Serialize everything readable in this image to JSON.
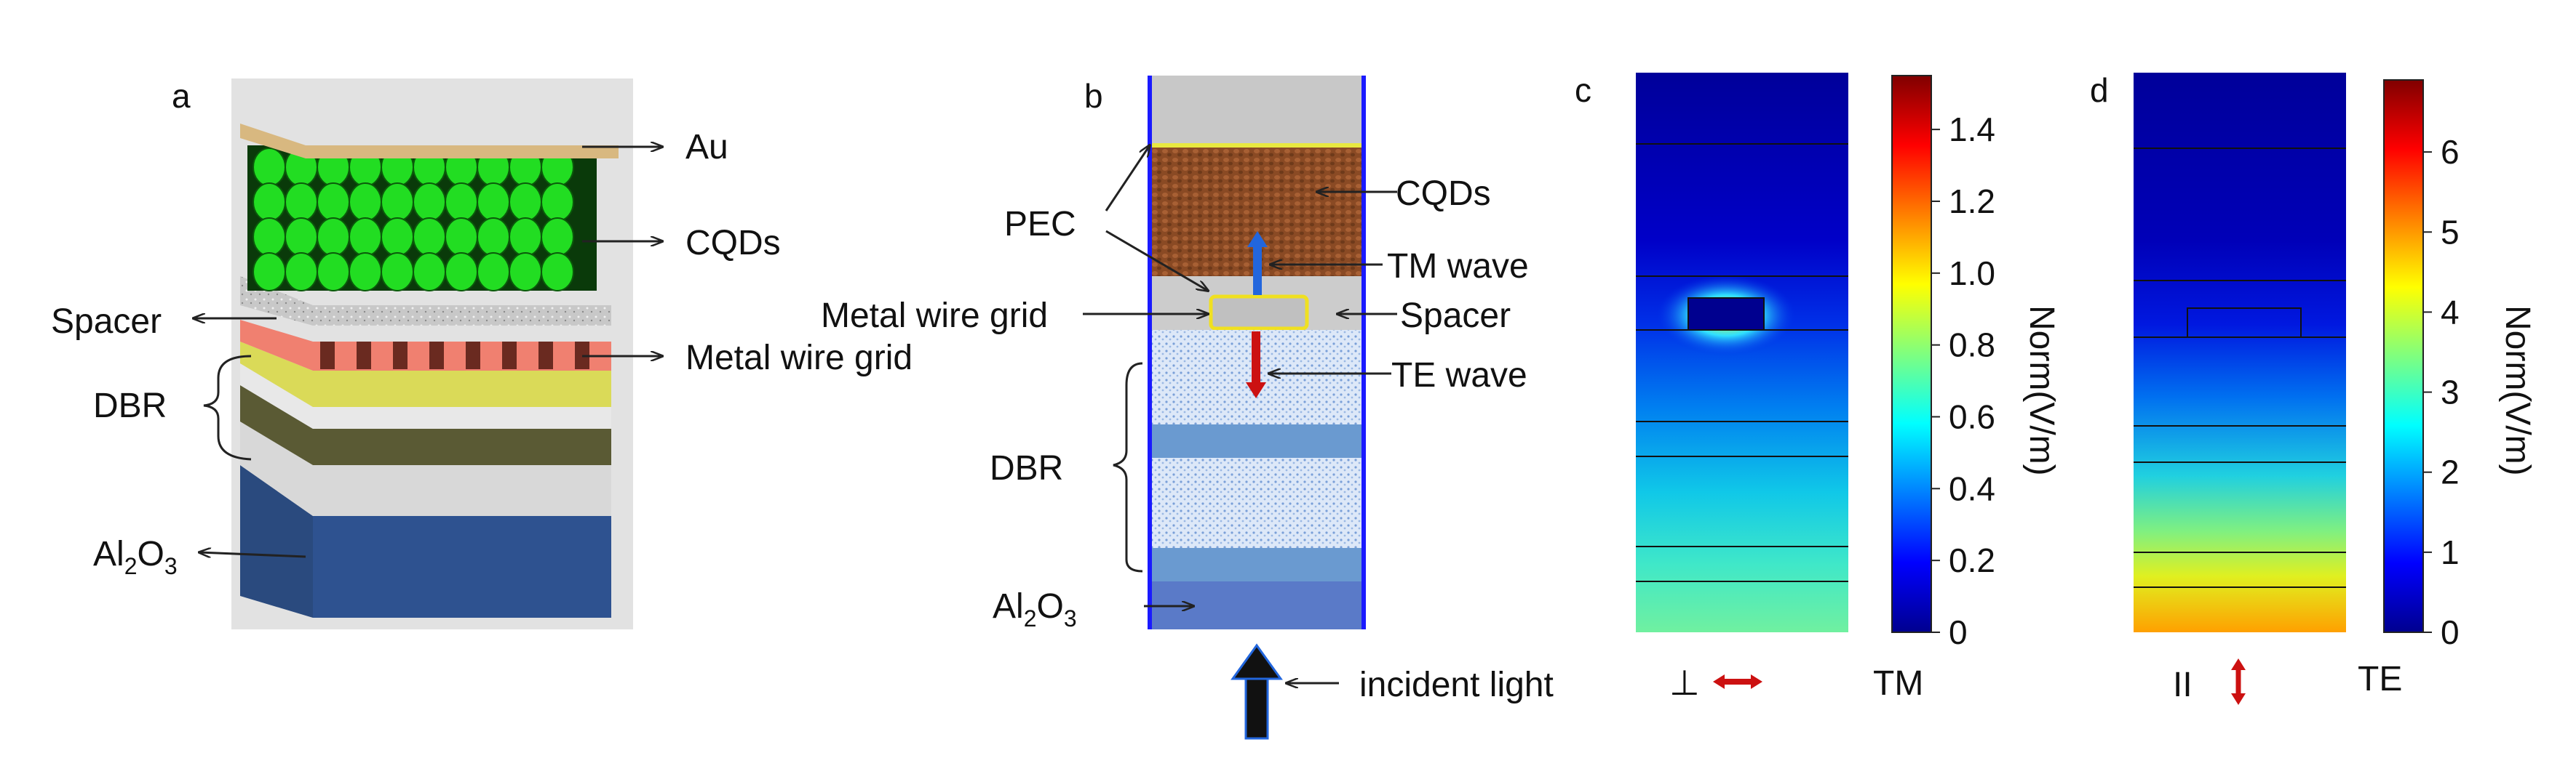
{
  "panels": {
    "a": {
      "letter": "a",
      "labels": {
        "au": "Au",
        "cqds": "CQDs",
        "spacer": "Spacer",
        "grid": "Metal wire grid",
        "dbr": "DBR",
        "substrate_main": "Al",
        "substrate_sub1": "2",
        "substrate_mid": "O",
        "substrate_sub2": "3"
      }
    },
    "b": {
      "letter": "b",
      "labels": {
        "pec": "PEC",
        "cqds": "CQDs",
        "tm_wave": "TM wave",
        "grid": "Metal wire grid",
        "spacer": "Spacer",
        "te_wave": "TE wave",
        "dbr": "DBR",
        "substrate_main": "Al",
        "substrate_sub1": "2",
        "substrate_mid": "O",
        "substrate_sub2": "3",
        "incident": "incident light"
      }
    },
    "c": {
      "letter": "c",
      "colorbar_label": "Norm(V/m)",
      "ticks": [
        "0",
        "0.2",
        "0.4",
        "0.6",
        "0.8",
        "1.0",
        "1.2",
        "1.4"
      ],
      "tick_values": [
        0,
        0.2,
        0.4,
        0.6,
        0.8,
        1.0,
        1.2,
        1.4
      ],
      "range": [
        0,
        1.55
      ],
      "polarization_symbol": "⊥",
      "mode": "TM"
    },
    "d": {
      "letter": "d",
      "colorbar_label": "Norm(V/m)",
      "ticks": [
        "0",
        "1",
        "2",
        "3",
        "4",
        "5",
        "6"
      ],
      "tick_values": [
        0,
        1,
        2,
        3,
        4,
        5,
        6
      ],
      "range": [
        0,
        6.9
      ],
      "polarization_symbol": "II",
      "mode": "TE"
    }
  },
  "colors": {
    "pec_line": "#1a1aff",
    "au": "#d8b880",
    "cqd": "#22dd22",
    "grid": "#f08070",
    "arrow_red": "#cc1111",
    "arrow_blue": "#2266dd"
  }
}
